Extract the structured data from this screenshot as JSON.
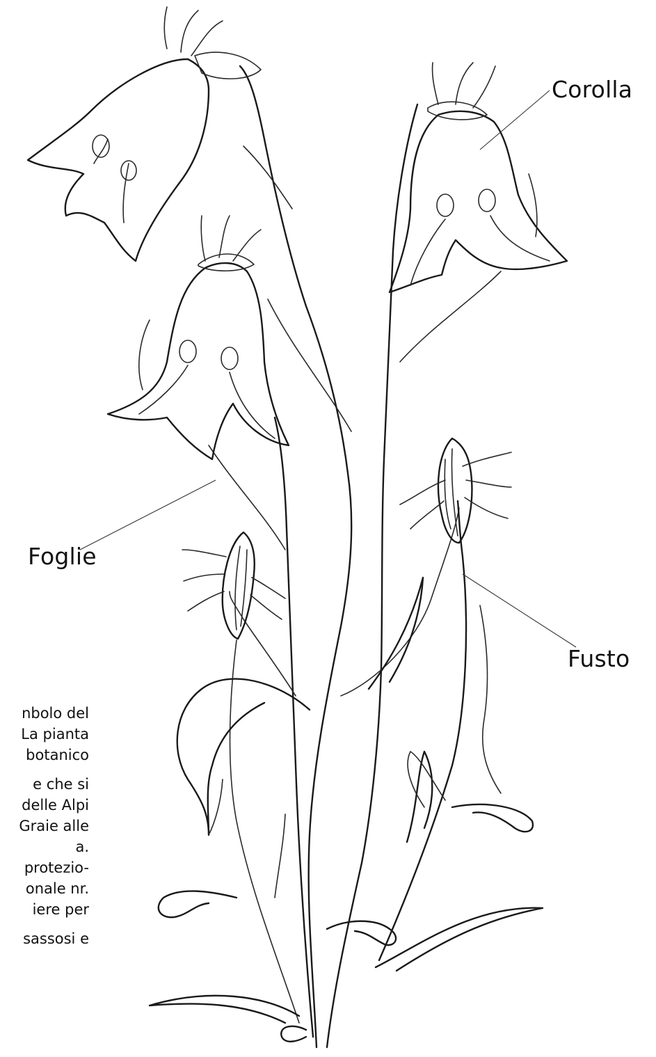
{
  "labels": {
    "corolla": "Corolla",
    "foglie": "Foglie",
    "fusto": "Fusto"
  },
  "side_text": [
    "nbolo del",
    "La pianta",
    "botanico",
    "e che si",
    "delle Alpi",
    "Graie alle",
    "a.",
    "protezio-",
    "onale nr.",
    "iere per",
    "sassosi e"
  ],
  "colors": {
    "ink": "#1a1a1a",
    "paper": "#ffffff"
  }
}
